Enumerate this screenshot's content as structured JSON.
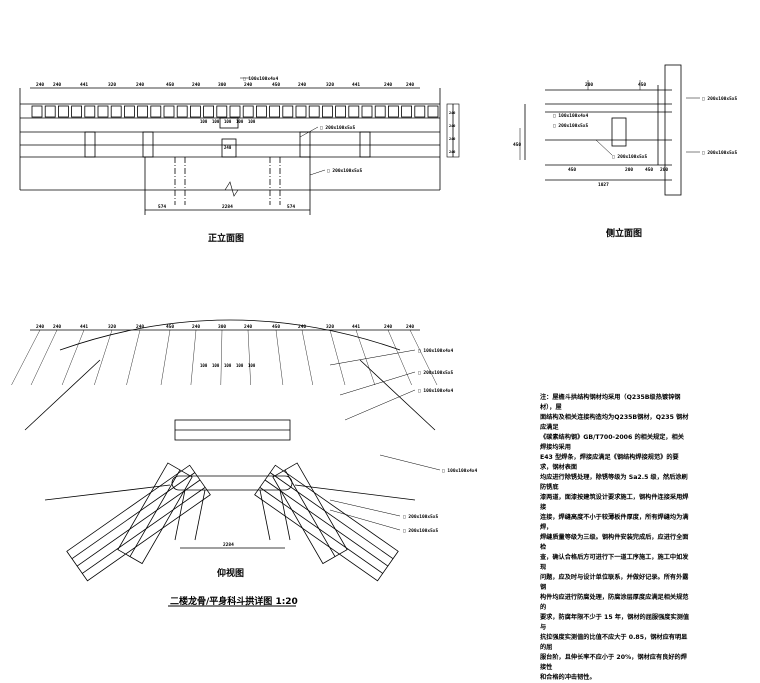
{
  "views": {
    "front": {
      "title": "正立面图",
      "dims_top": [
        "240",
        "240",
        "441",
        "320",
        "240",
        "450",
        "240",
        "300",
        "240",
        "450",
        "240",
        "320",
        "441",
        "240",
        "240"
      ],
      "dims_mid": [
        "100",
        "100",
        "100",
        "100",
        "100"
      ],
      "dims_right": [
        "240",
        "240",
        "240",
        "240"
      ],
      "dims_bottom": [
        "574",
        "2284",
        "574"
      ],
      "post_label": "240",
      "callouts": [
        "□ 100x100x4x4",
        "□ 200x100x5x5",
        "□ 200x100x5x5"
      ]
    },
    "side": {
      "title": "侧立面图",
      "dims_top": [
        "200",
        "450"
      ],
      "dims_bottom": [
        "450",
        "200",
        "450",
        "200"
      ],
      "dim_left": "450",
      "dim_extra": "1027",
      "callouts": [
        "□ 100x100x4x4",
        "□ 200x100x5x5",
        "□ 200x100x5x5",
        "□ 200x100x5x5",
        "□ 200x100x5x5"
      ]
    },
    "plan": {
      "title": "仰视图",
      "dims_top": [
        "240",
        "240",
        "441",
        "320",
        "240",
        "450",
        "240",
        "300",
        "240",
        "450",
        "240",
        "320",
        "441",
        "240",
        "240"
      ],
      "dims_mid": [
        "100",
        "100",
        "100",
        "100",
        "100"
      ],
      "dim_bottom": "2284",
      "callouts": [
        "□ 100x100x4x4",
        "□ 200x100x5x5",
        "□ 100x100x4x4",
        "□ 100x100x4x4",
        "□ 200x100x5x5",
        "□ 200x100x5x5"
      ]
    }
  },
  "main_title": "二楼龙骨/平身科斗拱详图",
  "scale": "1:20",
  "notes": [
    "注：屋檐斗拱结构钢材均采用（Q235B级热镀锌钢材），屋",
    "面结构及相关连接构造均为Q235B钢材，Q235 钢材应满足",
    "《碳素结构钢》GB/T700-2006 的相关规定，相关焊接均采用",
    "E43 型焊条，焊接应满足《钢结构焊接规范》的要求，钢材表面",
    "均应进行除锈处理，除锈等级为 Sa2.5 级，然后涂刷防锈底",
    "漆两道，面漆按建筑设计要求施工，钢构件连接采用焊接",
    "连接，焊缝高度不小于较薄板件厚度，所有焊缝均为满焊，",
    "焊缝质量等级为三级。钢构件安装完成后，应进行全面检",
    "查，确认合格后方可进行下一道工序施工，施工中如发现",
    "问题，应及时与设计单位联系，并做好记录。所有外露钢",
    "构件均应进行防腐处理，防腐涂层厚度应满足相关规范的",
    "要求，防腐年限不少于 15 年，钢材的屈服强度实测值与",
    "抗拉强度实测值的比值不应大于 0.85，钢材应有明显的屈",
    "服台阶，且伸长率不应小于 20%，钢材应有良好的焊接性",
    "和合格的冲击韧性。"
  ]
}
